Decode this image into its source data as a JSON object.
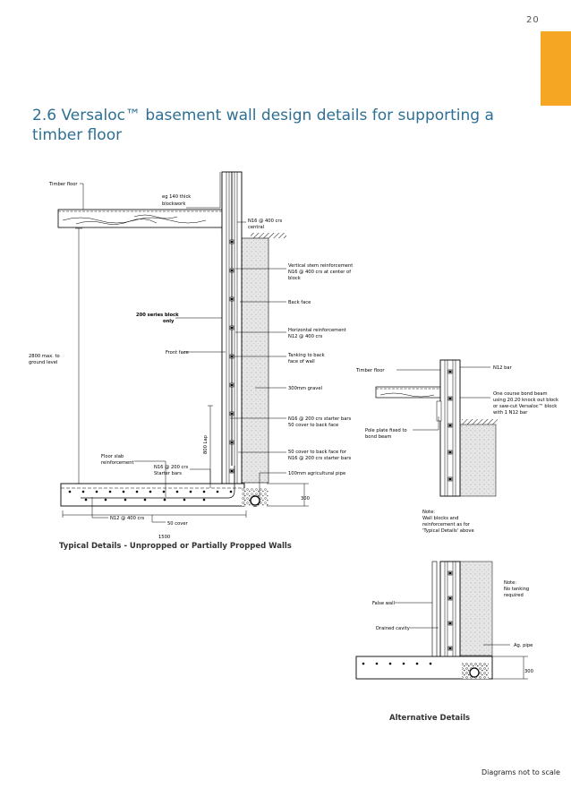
{
  "page_number": "20",
  "accent_color": "#f5a623",
  "title_color": "#2e6f93",
  "title": "2.6 Versaloc™ basement wall design details for supporting a timber floor",
  "typical": {
    "caption": "Typical Details - Unpropped or Partially Propped Walls",
    "labels": {
      "timber_floor": "Timber floor",
      "blockwork1": "eg 140 thick",
      "blockwork2": "blockwork",
      "n16_top1": "N16 @ 400 crs",
      "n16_top2": "central",
      "vert1": "Vertical stem reinforcement",
      "vert2": "N16 @ 400 crs at center of",
      "vert3": "block",
      "back_face": "Back face",
      "series1": "200 series block",
      "series2": "only",
      "horiz1": "Horizontal reinforcement",
      "horiz2": "N12 @ 400 crs",
      "front_face": "Front face",
      "max1": "2800 max. to",
      "max2": "ground level",
      "tank1": "Tanking to back",
      "tank2": "face of wall",
      "gravel": "300mm gravel",
      "lap": "800 Lap",
      "starter1": "N16 @ 200 crs starter bars",
      "starter2": "50 cover to back face",
      "slab1": "Floor slab",
      "slab2": "reinforcement",
      "cover1": "50 cover to back face for",
      "cover2": "N16 @ 200 crs starter bars",
      "n16_200_1": "N16 @ 200 crs",
      "n16_200_2": "Starter bars",
      "agpipe": "100mm agricultural pipe",
      "dim300": "300",
      "n12": "N12 @ 400 crs",
      "cover50": "50 cover",
      "dim1500": "1500"
    }
  },
  "right": {
    "labels": {
      "timber_floor": "Timber floor",
      "n12bar": "N12 bar",
      "bond1": "One course bond beam",
      "bond2": "using 20.20 knock out block",
      "bond3": "or saw-cut Versaloc™ block",
      "bond4": "with 1 N12 bar",
      "pole1": "Pole plate fixed to",
      "pole2": "bond beam",
      "note1": "Note:",
      "note2": "Wall blocks and",
      "note3": "reinforcement as for",
      "note4": "'Typical Details' above"
    }
  },
  "alternative": {
    "caption": "Alternative Details",
    "labels": {
      "note1": "Note:",
      "note2": "No tanking",
      "note3": "required",
      "false_wall": "False wall",
      "drained": "Drained cavity",
      "agpipe": "Ag. pipe",
      "dim300": "300"
    }
  },
  "footer": "Diagrams not to scale"
}
